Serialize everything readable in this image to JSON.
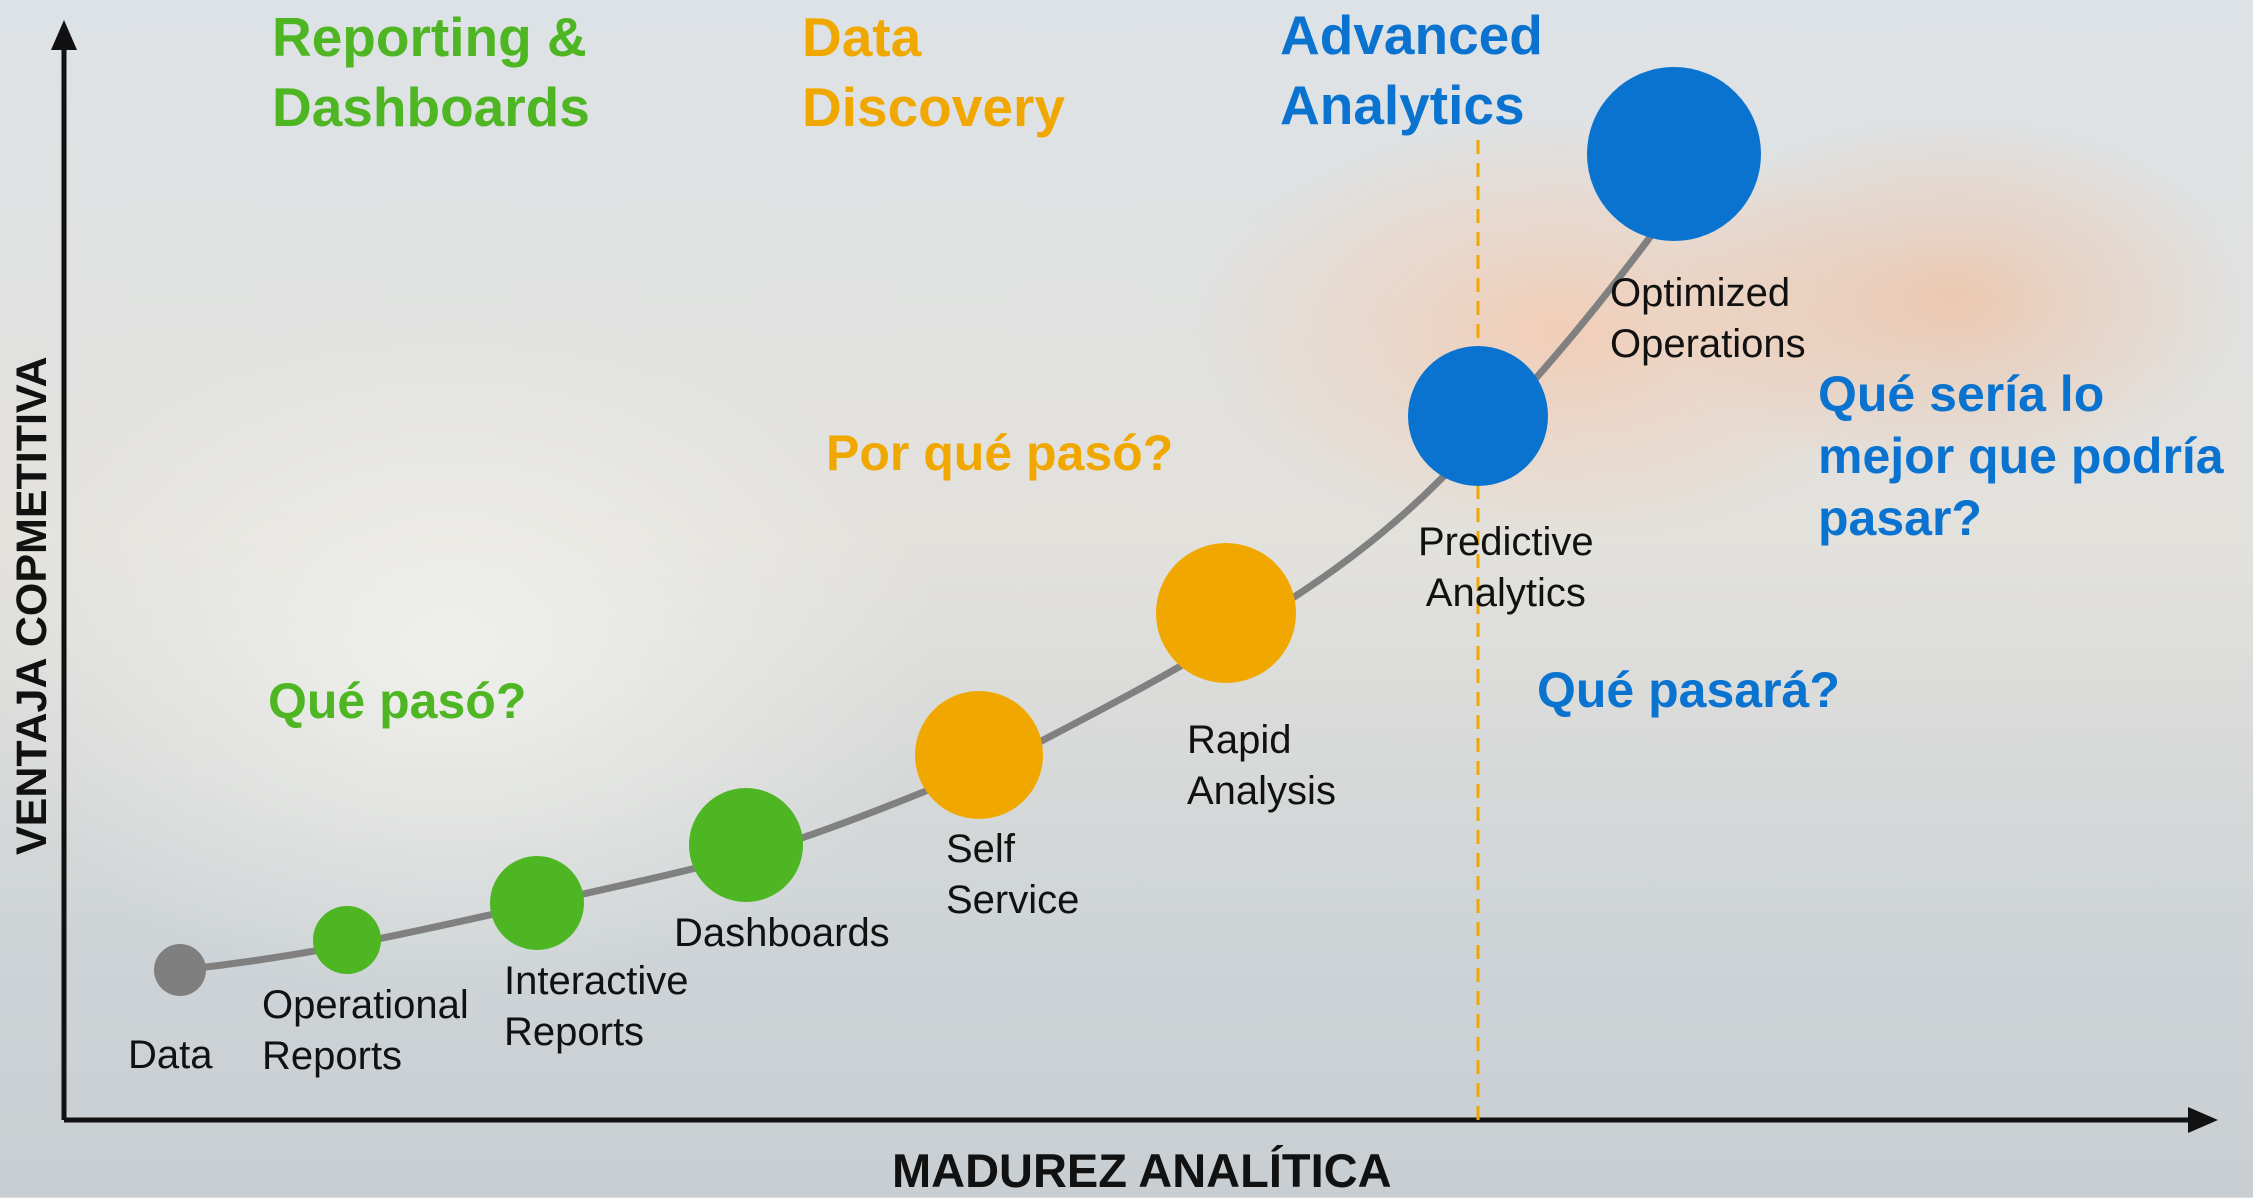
{
  "headers": {
    "reporting": "Reporting &\nDashboards",
    "discovery": "Data\nDiscovery",
    "advanced": "Advanced\nAnalytics"
  },
  "questions": {
    "que_paso": "Qué pasó?",
    "por_que_paso": "Por qué pasó?",
    "que_pasara": "Qué pasará?",
    "que_seria": "Qué sería lo\nmejor que podría\npasar?"
  },
  "stages": [
    {
      "label": "Data",
      "color": "#7f7f7f"
    },
    {
      "label": "Operational\nReports",
      "color": "#4eb523"
    },
    {
      "label": "Interactive\nReports",
      "color": "#4eb523"
    },
    {
      "label": "Dashboards",
      "color": "#4eb523"
    },
    {
      "label": "Self\nService",
      "color": "#f0a800"
    },
    {
      "label": "Rapid\nAnalysis",
      "color": "#f0a800"
    },
    {
      "label": "Predictive\nAnalytics",
      "color": "#0a73d0"
    },
    {
      "label": "Optimized\nOperations",
      "color": "#0a73d0"
    }
  ],
  "axes": {
    "x_label": "MADUREZ ANALÍTICA",
    "y_label": "VENTAJA COPMETITIVA"
  },
  "colors": {
    "green": "#4eb523",
    "orange": "#f0a800",
    "blue": "#0a73d0",
    "gray": "#7f7f7f",
    "curve": "#808080",
    "divider": "#f0a800"
  }
}
